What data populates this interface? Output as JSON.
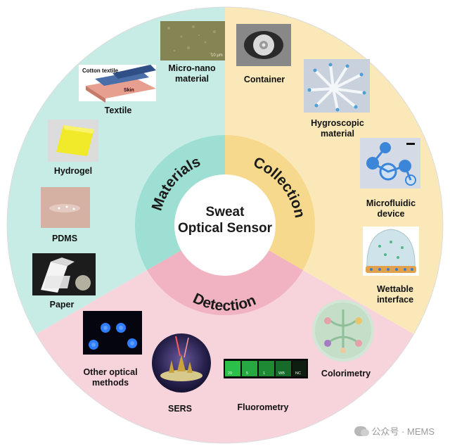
{
  "center": {
    "line1": "Sweat",
    "line2": "Optical Sensor"
  },
  "sections": {
    "materials": "Materials",
    "collection": "Collection",
    "detection": "Detection"
  },
  "items": {
    "micro_nano": {
      "line1": "Micro-nano",
      "line2": "material"
    },
    "textile": "Textile",
    "textile_inset_cotton": "Cotton textile",
    "textile_inset_skin": "Skin",
    "hydrogel": "Hydrogel",
    "pdms": "PDMS",
    "paper": "Paper",
    "container": "Container",
    "hygroscopic": {
      "line1": "Hygroscopic",
      "line2": "material"
    },
    "microfluidic": {
      "line1": "Microfluidic",
      "line2": "device"
    },
    "wettable": {
      "line1": "Wettable",
      "line2": "interface"
    },
    "colorimetry": "Colorimetry",
    "fluorometry": "Fluorometry",
    "sers": "SERS",
    "other_optical": {
      "line1": "Other optical",
      "line2": "methods"
    }
  },
  "fluoro_strip": [
    "20",
    "5",
    "1",
    "WB",
    "NC"
  ],
  "watermark": "公众号 · MEMS",
  "colors": {
    "materials_bg": "#c6ece5",
    "materials_ring": "#9edfd3",
    "collection_bg": "#fbe8b9",
    "collection_ring": "#f6d98c",
    "detection_bg": "#f7d3dc",
    "detection_ring": "#f1b3c1"
  }
}
